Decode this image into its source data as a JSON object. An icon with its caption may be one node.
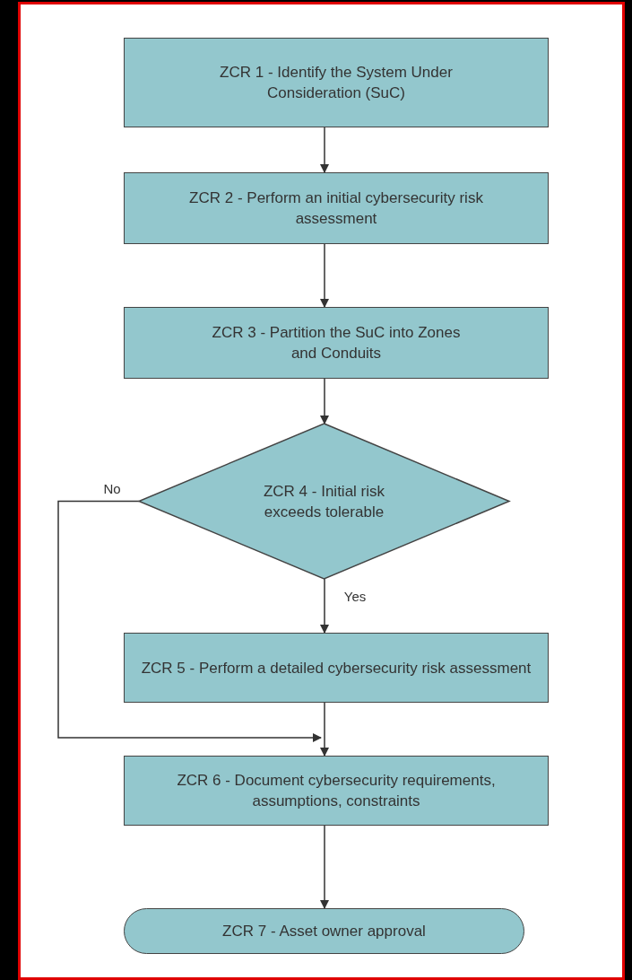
{
  "diagram": {
    "nodes": [
      {
        "text": [
          "ZCR 1 - Identify the System Under Consideration (SuC)"
        ]
      },
      {
        "text": [
          "ZCR 2 - Perform an initial cybersecurity risk assessment"
        ]
      },
      {
        "text": [
          "ZCR 3 - Partition the SuC into Zones and Conduits"
        ]
      },
      {
        "text": [
          "ZCR 4 - Initial risk exceeds tolerable"
        ]
      },
      {
        "text": [
          "ZCR 5 - Perform a detailed cybersecurity risk assessment"
        ]
      },
      {
        "text": [
          "ZCR 6 - Document cybersecurity requirements, assumptions, constraints"
        ]
      },
      {
        "text": [
          "ZCR 7 - Asset owner approval"
        ]
      }
    ],
    "edges": [
      {
        "from": 0,
        "to": 1,
        "arrow": "to"
      },
      {
        "from": 1,
        "to": 2,
        "arrow": "to"
      },
      {
        "from": 2,
        "to": 3,
        "arrow": "to"
      },
      {
        "from": 3,
        "to": 4,
        "arrow": "to",
        "label": "Yes"
      },
      {
        "from": 3,
        "to": 5,
        "arrow": "to",
        "label": "No"
      },
      {
        "from": 4,
        "to": 5,
        "arrow": "to"
      },
      {
        "from": 5,
        "to": 6,
        "arrow": "to"
      }
    ]
  }
}
